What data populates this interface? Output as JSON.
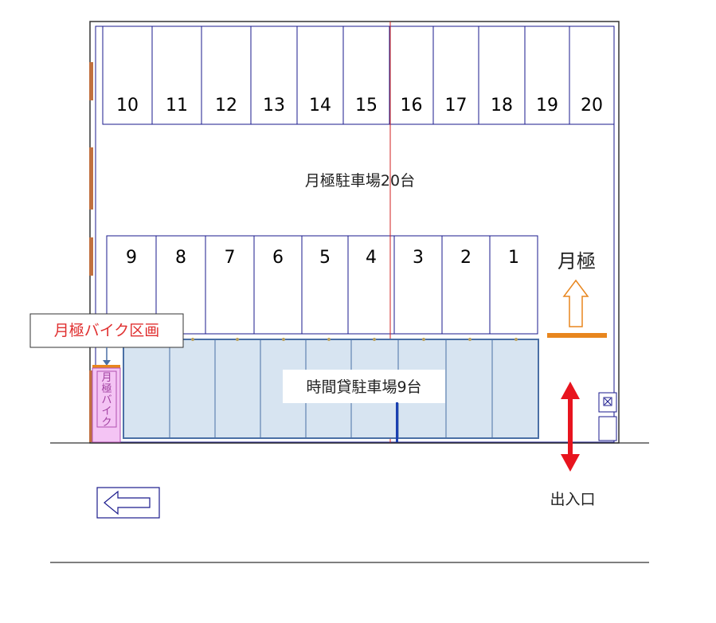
{
  "monthly_row_top": [
    "10",
    "11",
    "12",
    "13",
    "14",
    "15",
    "16",
    "17",
    "18",
    "19",
    "20"
  ],
  "monthly_row_bottom": [
    "9",
    "8",
    "7",
    "6",
    "5",
    "4",
    "3",
    "2",
    "1"
  ],
  "monthly_parking_label": "月極駐車場20台",
  "monthly_label": "月極",
  "bike_area_label": "月極バイク区画",
  "bike_slot_label": "月極バイク",
  "hourly_parking_label": "時間貸駐車場9台",
  "entrance_label": "出入口",
  "colors": {
    "line": "#1a1a8c",
    "hourly_fill": "#d7e4f1",
    "hourly_border": "#4a6fa5",
    "bike_fill": "#f4c4f4",
    "bike_border": "#b050b0",
    "bike_label_red": "#e03030",
    "orange": "#e8861e",
    "brown_marks": "#c07040",
    "red_arrow": "#e8141e",
    "red_line": "#d02020"
  }
}
